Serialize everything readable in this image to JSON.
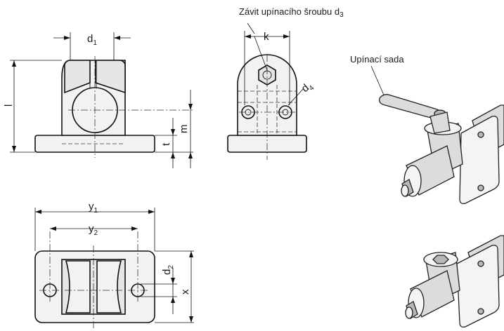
{
  "labels": {
    "d1": {
      "main": "d",
      "sub": "1"
    },
    "k": "k",
    "l": "l",
    "m": "m",
    "t": "t",
    "d4": {
      "main": "d",
      "sub": "4"
    },
    "y1": {
      "main": "y",
      "sub": "1"
    },
    "y2": {
      "main": "y",
      "sub": "2"
    },
    "d2": {
      "main": "d",
      "sub": "2"
    },
    "x": "x"
  },
  "notes": {
    "thread_prefix": "Závit upínacího šroubu d",
    "thread_sub": "3",
    "clamping_set": "Upínací sada"
  }
}
